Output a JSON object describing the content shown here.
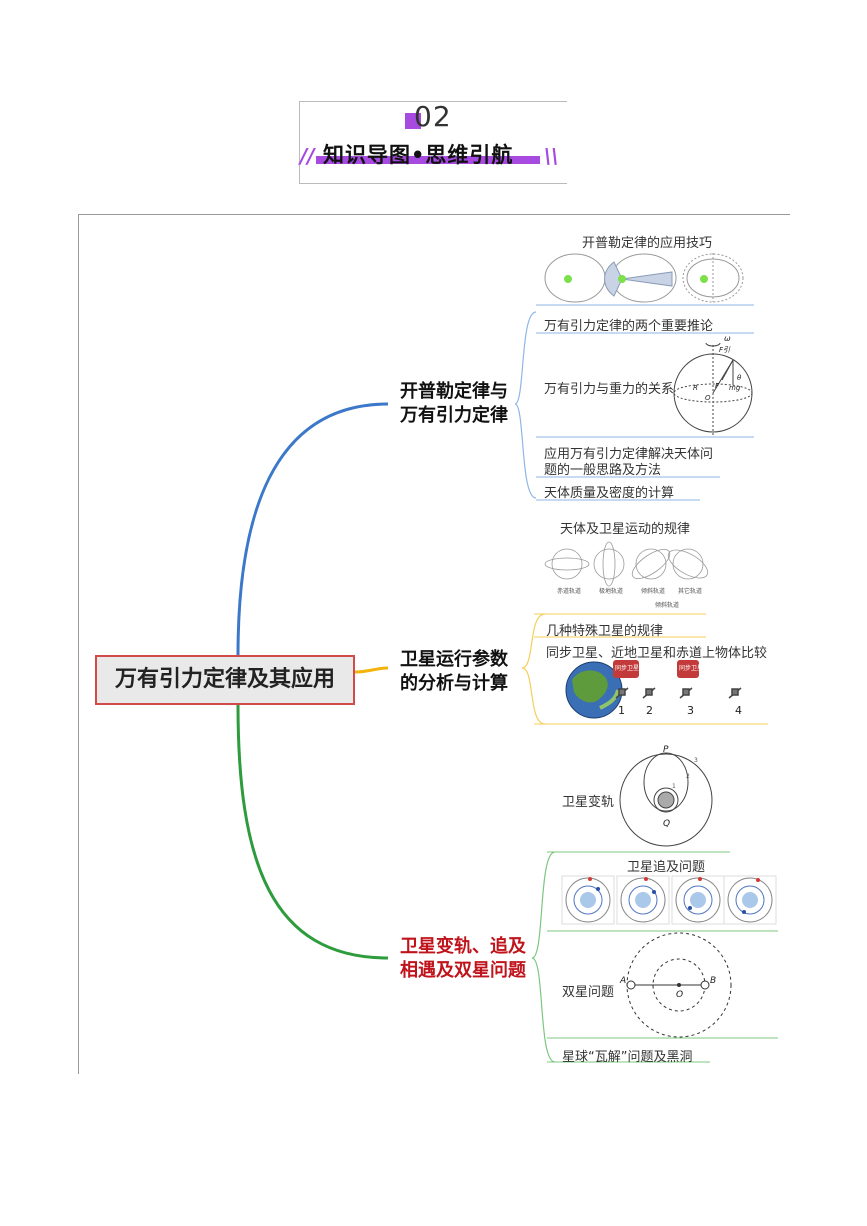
{
  "header": {
    "number": "02",
    "title": "知识导图•思维引航",
    "deco_left": "//",
    "deco_right": "\\\\"
  },
  "root": {
    "label": "万有引力定律及其应用",
    "border_color": "#d24b4b"
  },
  "branches": [
    {
      "label_line1": "开普勒定律与",
      "label_line2": "万有引力定律",
      "color": "#3b78c9",
      "figure_title": "开普勒定律的应用技巧",
      "items": [
        "万有引力定律的两个重要推论",
        "万有引力与重力的关系",
        "应用万有引力定律解决天体问",
        "题的一般思路及方法",
        "天体质量及密度的计算"
      ],
      "sphere_labels": [
        "ω",
        "F引",
        "R",
        "O",
        "F",
        "mg",
        "θ"
      ]
    },
    {
      "label_line1": "卫星运行参数",
      "label_line2": "的分析与计算",
      "color": "#f2b40c",
      "figure_title": "天体及卫星运动的规律",
      "orbit_captions": [
        "赤道轨道",
        "极地轨道",
        "倾斜轨道",
        "其它轨道"
      ],
      "orbit_footer": "倾斜轨道",
      "items": [
        "几种特殊卫星的规律",
        "同步卫星、近地卫星和赤道上物体比较"
      ],
      "satellite_numbers": [
        "1",
        "2",
        "3",
        "4"
      ],
      "tags": [
        "同步卫星",
        "同步卫星"
      ]
    },
    {
      "label_line1": "卫星变轨、追及",
      "label_line2": "相遇及双星问题",
      "color": "#2e9b3c",
      "text_color": "#c0141c",
      "items": [
        "卫星变轨",
        "卫星追及问题",
        "双星问题",
        "星球“瓦解”问题及黑洞"
      ],
      "transfer_labels": [
        "P",
        "Q",
        "3",
        "2",
        "1"
      ],
      "binary_labels": [
        "A",
        "O",
        "B"
      ]
    }
  ]
}
